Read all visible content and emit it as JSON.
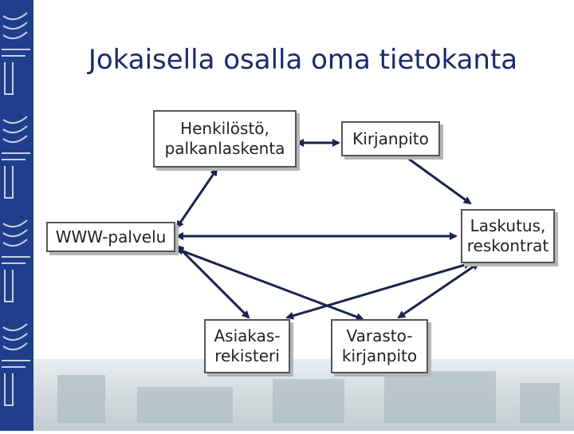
{
  "slide": {
    "title": "Jokaisella osalla oma tietokanta"
  },
  "nodes": {
    "henkilosto": {
      "line1": "Henkilöstö,",
      "line2": "palkanlaskenta"
    },
    "kirjanpito": {
      "line1": "Kirjanpito"
    },
    "www": {
      "line1": "WWW-palvelu"
    },
    "laskutus": {
      "line1": "Laskutus,",
      "line2": "reskontrat"
    },
    "asiakas": {
      "line1": "Asiakas-",
      "line2": "rekisteri"
    },
    "varasto": {
      "line1": "Varasto-",
      "line2": "kirjanpito"
    }
  },
  "colors": {
    "sidebar": "#1f3f8c",
    "title": "#1a2a6c",
    "arrow": "#1a2450"
  }
}
